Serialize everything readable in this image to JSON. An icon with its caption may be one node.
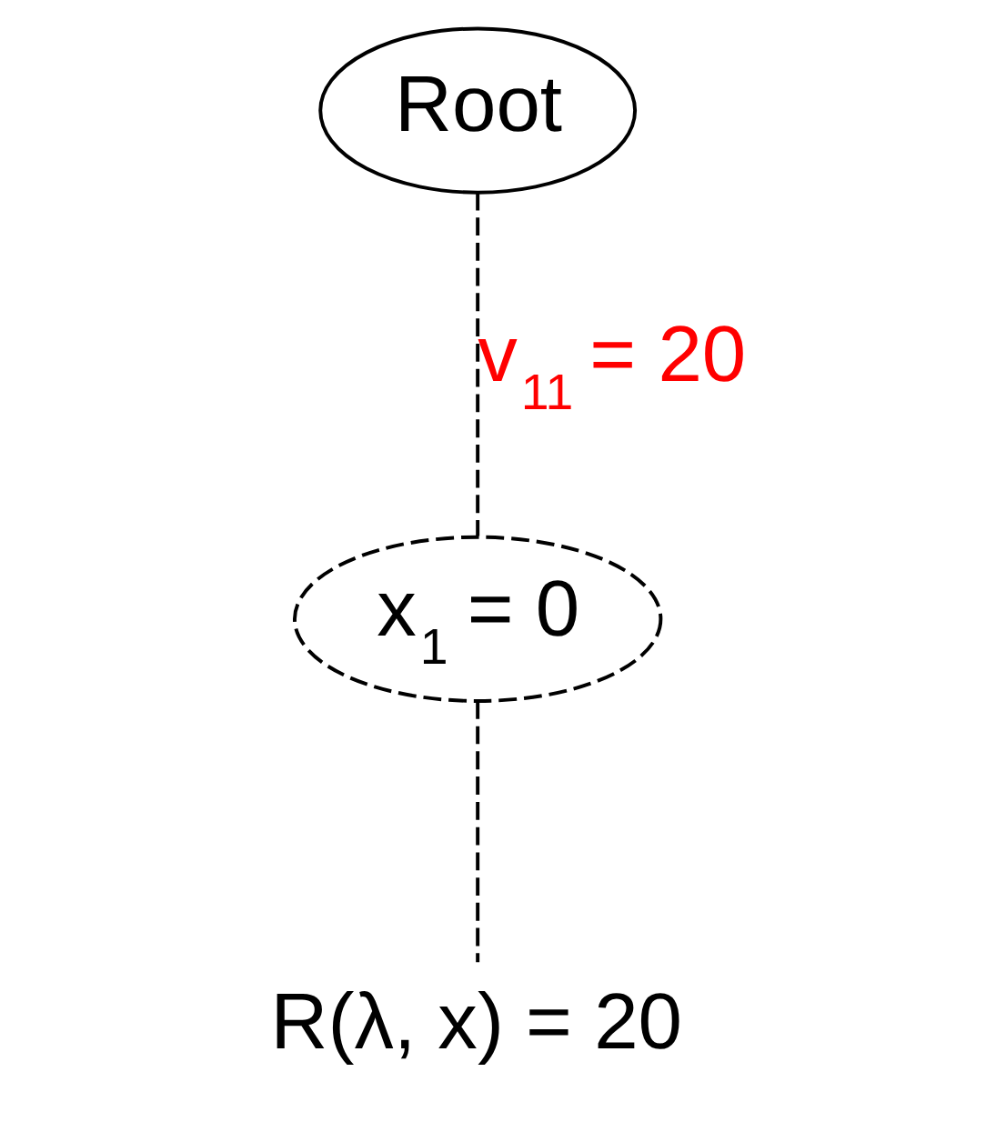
{
  "diagram": {
    "nodes": [
      {
        "text": [
          "Root"
        ]
      },
      {
        "text": [
          "x$_{1}$ = 0"
        ]
      },
      {
        "text": [
          "R(λ, x) = 20"
        ]
      }
    ],
    "edges": [
      {
        "from": 0,
        "to": 1,
        "arrow": "none",
        "style": "dashed",
        "label": "v$_{11}$ = 20"
      },
      {
        "from": 1,
        "to": 2,
        "arrow": "none",
        "style": "dashed"
      }
    ]
  }
}
